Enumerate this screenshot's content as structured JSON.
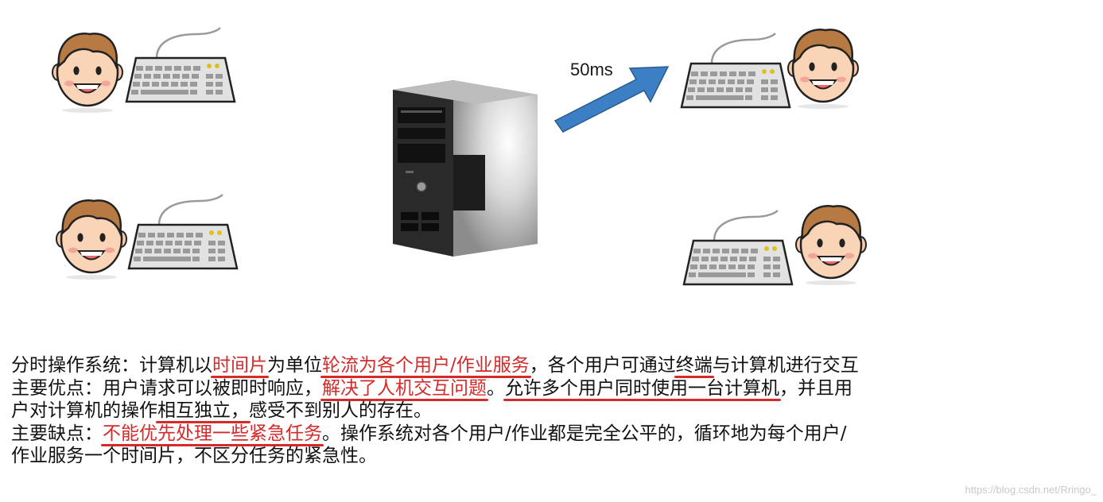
{
  "diagram": {
    "latency_label": "50ms",
    "icons": [
      "user-face-icon",
      "keyboard-icon",
      "server-tower-icon",
      "arrow-icon"
    ]
  },
  "text": {
    "line1": {
      "a": "分时操作系统：计算机以",
      "b": "时间片",
      "c": "为单位",
      "d": "轮流为各个用户/作业服务",
      "e": "，各个用户可通过",
      "f": "终端",
      "g": "与计算机进行交互"
    },
    "line2": {
      "a": "主要优点：用户请求可以被即时响应，",
      "b": "解决了人机交互问题",
      "c": "。",
      "d": "允许多个用户同时使用一台计算机",
      "e": "，并且用"
    },
    "line3": {
      "a": "户对计算机的操作",
      "b": "相互独立，",
      "c": "感受不到别人的存在。"
    },
    "line4": {
      "a": "主要缺点：",
      "b": "不能优先处理一些紧急任务",
      "c": "。操作系统对各个用户/作业都是完全公平的，循环地为每个用户/"
    },
    "line5": {
      "a": "作业服务一个时间片，不区分任务的紧急性。"
    }
  },
  "watermark": "https://blog.csdn.net/Rringo_",
  "colors": {
    "highlight": "#d42a2a",
    "arrow": "#3d7fc4"
  }
}
